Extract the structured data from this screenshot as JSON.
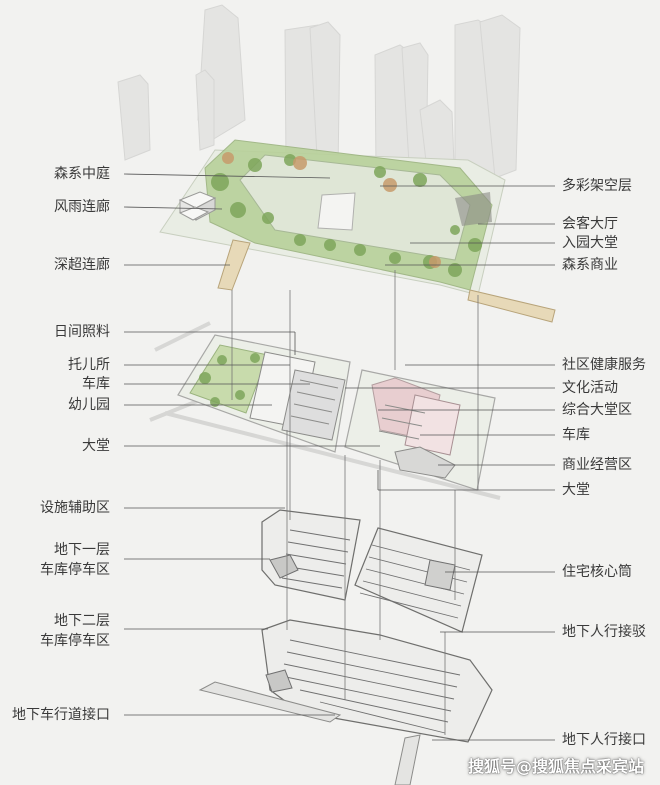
{
  "left_labels": {
    "senxi_courtyard": "森系中庭",
    "wind_rain_corridor": "风雨连廊",
    "shenchao_corridor": "深超连廊",
    "daycare": "日间照料",
    "nursery": "托儿所",
    "garage": "车库",
    "kindergarten": "幼儿园",
    "lobby": "大堂",
    "facility_aux": "设施辅助区",
    "b1_line1": "地下一层",
    "b1_line2": "车库停车区",
    "b2_line1": "地下二层",
    "b2_line2": "车库停车区",
    "vehicle_link": "地下车行道接口"
  },
  "right_labels": {
    "colorful_stilt": "多彩架空层",
    "club_hall": "会客大厅",
    "entrance_lobby": "入园大堂",
    "senxi_commercial": "森系商业",
    "community_health": "社区健康服务",
    "cultural": "文化活动",
    "complex_lobby": "综合大堂区",
    "garage": "车库",
    "commercial_ops": "商业经营区",
    "lobby": "大堂",
    "residential_core": "住宅核心筒",
    "ped_connection": "地下人行接驳",
    "ped_link": "地下人行接口"
  },
  "watermark": "搜狐号@搜狐焦点采宾站",
  "colors": {
    "background": "#f2f2f0",
    "leader_line": "#555555",
    "greenery": "#8fb46a",
    "greenery_light": "#c9dcb0",
    "building_ghost": "#e3e3e1",
    "parking_stripe": "#9a9a9a",
    "commercial_pink": "#e8c9cc"
  }
}
